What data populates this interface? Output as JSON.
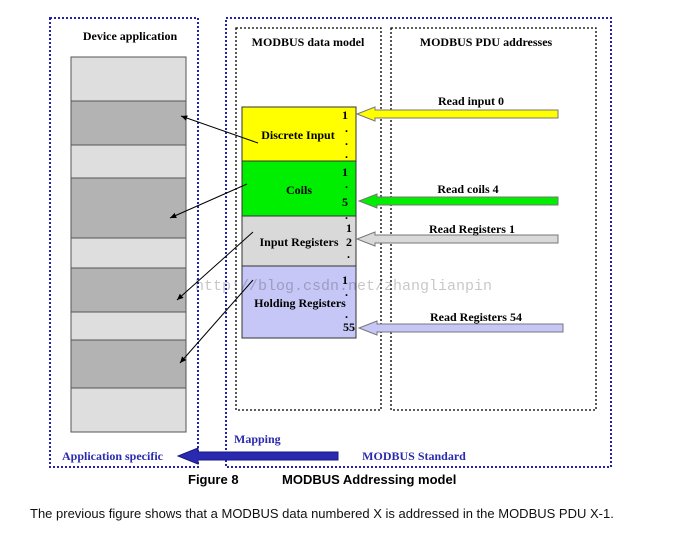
{
  "figure": {
    "device_app_title": "Device application",
    "data_model_title": "MODBUS data model",
    "pdu_title": "MODBUS PDU addresses",
    "app_specific_label": "Application specific",
    "standard_label": "MODBUS Standard",
    "mapping_label": "Mapping",
    "figure_number": "Figure 8",
    "figure_title": "MODBUS Addressing model",
    "watermark": "http://blog.csdn.net/zhanglianpin",
    "blocks": [
      {
        "name": "Discrete Input",
        "first": "1",
        "marked": "1",
        "color": "#ffff00"
      },
      {
        "name": "Coils",
        "first": "1",
        "marked": "5",
        "color": "#00ee00"
      },
      {
        "name": "Input Registers",
        "first": "1",
        "marked": "2",
        "color": "#d9d9d9"
      },
      {
        "name": "Holding Registers",
        "first": "1",
        "marked": "55",
        "color": "#c7c7f7"
      }
    ],
    "requests": [
      {
        "label": "Read input 0",
        "color": "#ffff00"
      },
      {
        "label": "Read coils 4",
        "color": "#00ee00"
      },
      {
        "label": "Read Registers 1",
        "color": "#d9d9d9"
      },
      {
        "label": "Read Registers 54",
        "color": "#c7c7f7"
      }
    ],
    "colors": {
      "frame_blue": "#2222aa",
      "label_blue": "#2a2ab0",
      "device_light": "#dedede",
      "device_dark": "#b3b3b3"
    }
  },
  "caption": "The previous figure shows that a MODBUS data numbered X is addressed in the MODBUS PDU X-1."
}
